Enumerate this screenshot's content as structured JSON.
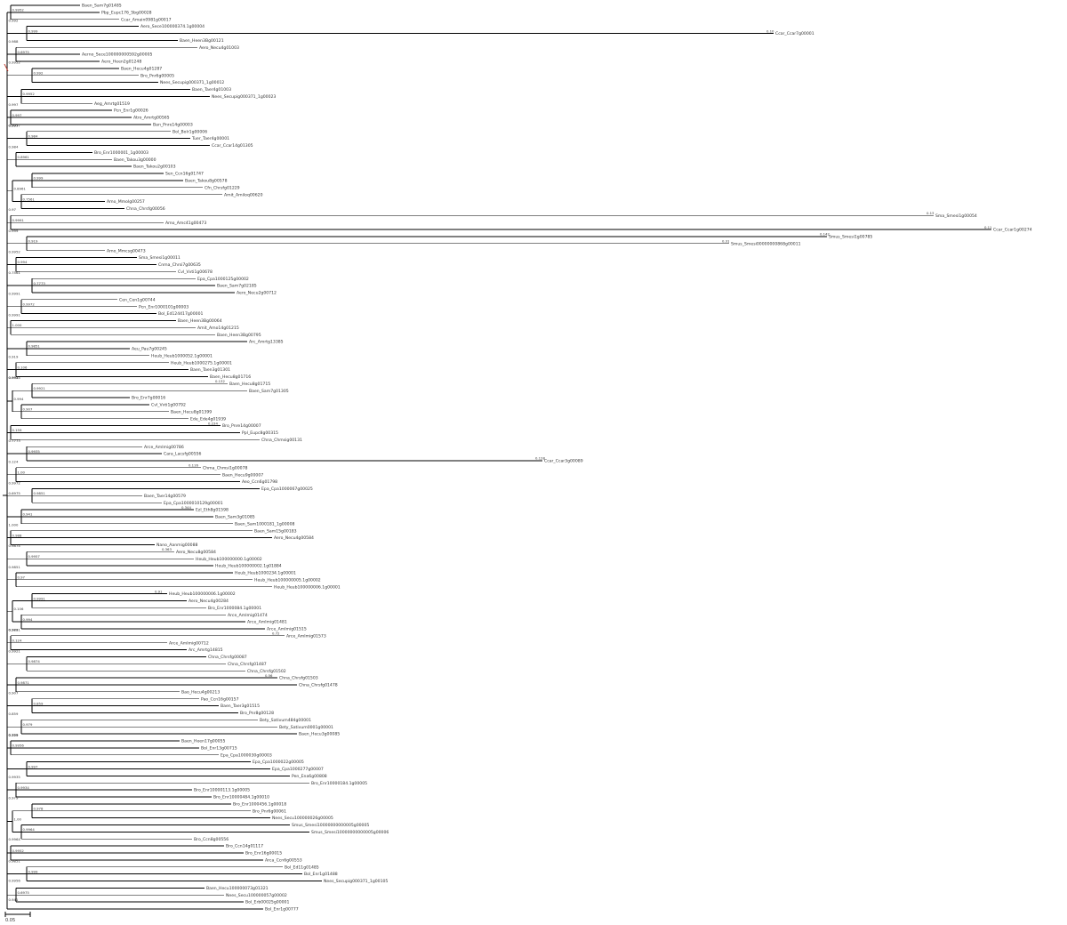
{
  "tree": {
    "leaves": [
      "Baen_Sam7g01485",
      "Pbp_Eupc176_5bg00028",
      "Ccar_Amain0981g00017",
      "Aero_Sece100000374.1g00004",
      "Ccar_Ccar7g00001",
      "Baen_Heen3Bg00121",
      "Aero_Necu4g01003",
      "Aerno_Sece100000000592g00005",
      "Aero_Heen2g01248",
      "Baen_Hecu4g01287",
      "Bro_Pnr6g00005",
      "Nees_Secupig000371_1g00012",
      "Baen_Taer4g01003",
      "Nees_Secupig000371_1g00023",
      "Aeg_Amrtg01519",
      "Pcn_Enr1g00026",
      "Atro_Amrtg00565",
      "Ban_Pnre14g00003",
      "Bol_Bolr1g00006",
      "Tuer_Taer4g00001",
      "Ccar_Ccar14g01305",
      "Bro_Enr1000001_1g00003",
      "Baen_Takou3g00000",
      "Baen_Takou2g00103",
      "Sen_Ccn16g01747",
      "Baen_Takou8g00578",
      "Cfn_Chrsfg01229",
      "Amit_Amiloq00620",
      "Amo_Mmolg00257",
      "Chna_Chrsfg00056",
      "Sma_Smesi1g00054",
      "Amo_Amc41g00473",
      "Ccar_Ccar1g00274",
      "Smus_Smesi1g00785",
      "Smus_Smesi00000000868g00011",
      "Amo_Mmcsg00473",
      "Sma_Smesi1g00011",
      "Cnma_Chrsi7g00635",
      "Cvl_Vvti1g00678",
      "Epa_Cpa1000125g00002",
      "Baen_Sam7g02185",
      "Aero_Necu2g00712",
      "Cen_Cen1g00744",
      "Pcn_Enr1000101g00003",
      "Bol_Ed124417g00001",
      "Baen_Heen3Bg00064",
      "Amit_Amo14g01215",
      "Baen_Heen3Bg00795",
      "Arc_Amrtg13385",
      "Aeu_Pau7g00245",
      "Heub_Heub1000052.1g00001",
      "Heub_Heub1000275.1g00001",
      "Baen_Taen3g01301",
      "Baen_Hecu8g01716",
      "Baen_Hecu8g01715",
      "Baen_Sam7g01305",
      "Bro_Enr7g00016",
      "Cvl_Vvti1g00792",
      "Baen_Hecu8g01399",
      "Ede_Ede4g01939",
      "Bro_Pnre14g00007",
      "Ppl_Eupc8g00315",
      "Chna_Chmsig00131",
      "Arce_Amlmig00786",
      "Cara_Lacsfg00556",
      "Ccar_Ccar3g00089",
      "Chma_Chmsi1g00078",
      "Baen_Hecu9g00007",
      "Aeo_Ccn6g01798",
      "Epa_Cpa1000067g00025",
      "Baen_Taer14g00579",
      "Epa_Cpa1000010129g00001",
      "Ezl_Eth8g01598",
      "Baen_Sam3g01085",
      "Baen_Sam1000181_1g00008",
      "Baen_Sam15g00183",
      "Aero_Necu4g00584",
      "Nano_Aanmig00088",
      "Aero_Necu8g00584",
      "Heub_Heub100000000.1g00002",
      "Heub_Heub100000002.1g01884",
      "Heub_Heub1000234.1g00001",
      "Heub_Heub100000005.1g00002",
      "Heub_Heub100000006.1g00001",
      "Heub_Heub100000006.1g00002",
      "Aero_Necu4g00284",
      "Bro_Enr1000084.1g00001",
      "Arce_Amlmig01474",
      "Arce_Amlmig01481",
      "Arce_Amlmig01515",
      "Arce_Amlmig01573",
      "Arce_Amlmig00712",
      "Arc_Amrtg14815",
      "Chna_Chrsfg00087",
      "Chna_Chrsfg01487",
      "Chna_Chrsfg01502",
      "Chna_Chrsfg01503",
      "Chna_Chrsfg01478",
      "Bao_Hecu4g00213",
      "Pao_Ccn16g00157",
      "Baen_Taer3g01515",
      "Bro_Pnr8g00128",
      "Bety_Sativum484g00001",
      "Bety_Sativum0001g00001",
      "Baen_Hecu3g00085",
      "Baen_Heen17g00055",
      "Bol_Enr13g00715",
      "Epa_Cpa1000030g00003",
      "Epa_Cpa1000022g00005",
      "Epa_Cpa1000277g00007",
      "Pen_Ena6g00808",
      "Bro_Enr10000184.1g00005",
      "Bro_Enr10000113.1g00005",
      "Bro_Enr10000484.1g00010",
      "Bro_Enr1000456.1g00018",
      "Bro_Pnr6g00061",
      "Nees_Secu100000026g00005",
      "Smus_Smesi10000000000005g00005",
      "Smus_Smesi10000000000005g00006",
      "Bro_Ccn8g00556",
      "Bro_Ccn14g01117",
      "Bro_Enr16g00015",
      "Arca_Ccn6g00553",
      "Bol_Ed11g01485",
      "Bol_Enr1g01488",
      "Nees_Secupig000371_1g00105",
      "Baen_Hecu100000073g01321",
      "Nees_Secu100000057g00002",
      "Bol_Erb00025g00001",
      "Bol_Enr1g00777"
    ],
    "support": [
      "0.9952",
      "0.999",
      "0.6975",
      "0.992",
      "0.9952",
      "0.997",
      "0.984",
      "0.8961",
      "0.999",
      "0.7561",
      "0.9991",
      "0.919",
      "0.994",
      "0.7773",
      "0.9972",
      "1.000",
      "0.9851",
      "0.106",
      "0.9921",
      "0.907",
      "0.159",
      "0.9935",
      "1.00",
      "0.9851",
      "0.941",
      "0.988",
      "0.9957",
      "0.97",
      "0.9991",
      "0.994",
      "0.124",
      "0.9874",
      "0.9871",
      "0.859",
      "0.979",
      "0.9956",
      "0.997",
      "0.9934",
      "0.978",
      "0.9964"
    ],
    "branch_lengths": [
      "0.10",
      "0.13",
      "0.11",
      "0.142",
      "0.31",
      "0.128",
      "0.132",
      "0.234",
      "0.116",
      "0.344",
      "0.363",
      "0.91",
      "0.72",
      "0.56"
    ],
    "scale_bar": "0.05"
  }
}
